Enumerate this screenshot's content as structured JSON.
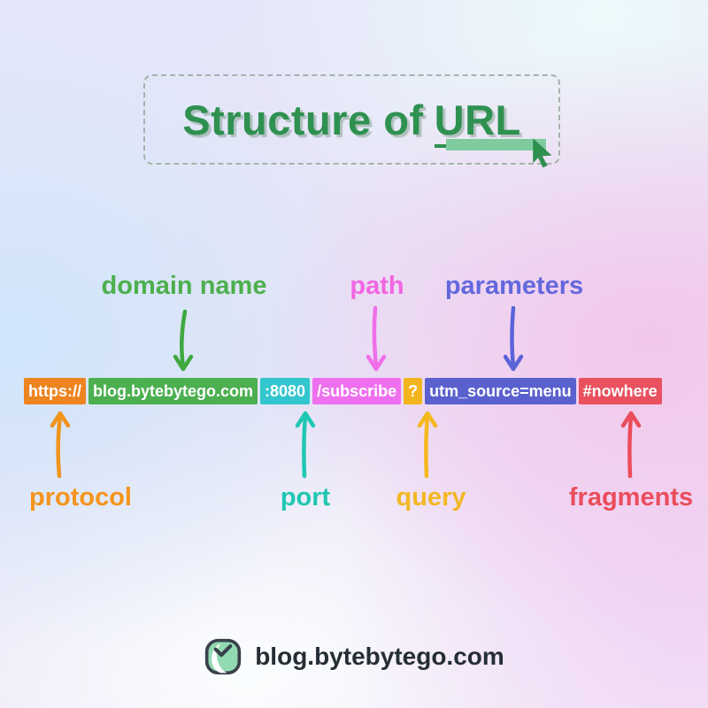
{
  "title": {
    "prefix": "Structure of",
    "highlight": "URL",
    "color": "#2E9150",
    "highlight_bar_color": "#7FCB9F",
    "border_style": "dashed"
  },
  "url": {
    "text_color": "#FFFFFF",
    "segments": [
      {
        "part": "protocol",
        "text": "https://",
        "bg": "#EE8420"
      },
      {
        "part": "domain",
        "text": "blog.bytebytego.com",
        "bg": "#4CAF50"
      },
      {
        "part": "port",
        "text": ":8080",
        "bg": "#33C6CE"
      },
      {
        "part": "path",
        "text": "/subscribe",
        "bg": "#EF70EE"
      },
      {
        "part": "query",
        "text": "?",
        "bg": "#F2B51D"
      },
      {
        "part": "parameters",
        "text": "utm_source=menu",
        "bg": "#5A61CE"
      },
      {
        "part": "fragment",
        "text": "#nowhere",
        "bg": "#E9515F"
      }
    ]
  },
  "annotations_top": [
    {
      "label": "domain name",
      "color": "#4CAF4C",
      "arrow": "down"
    },
    {
      "label": "path",
      "color": "#F266E2",
      "arrow": "down"
    },
    {
      "label": "parameters",
      "color": "#6468DD",
      "arrow": "down"
    }
  ],
  "annotations_bottom": [
    {
      "label": "protocol",
      "color": "#F5941C",
      "arrow": "up"
    },
    {
      "label": "port",
      "color": "#1FC7B2",
      "arrow": "up"
    },
    {
      "label": "query",
      "color": "#F2B723",
      "arrow": "up"
    },
    {
      "label": "fragments",
      "color": "#EA4D5B",
      "arrow": "up"
    }
  ],
  "footer": {
    "site": "blog.bytebytego.com",
    "logo": "bytebytego-logo"
  }
}
